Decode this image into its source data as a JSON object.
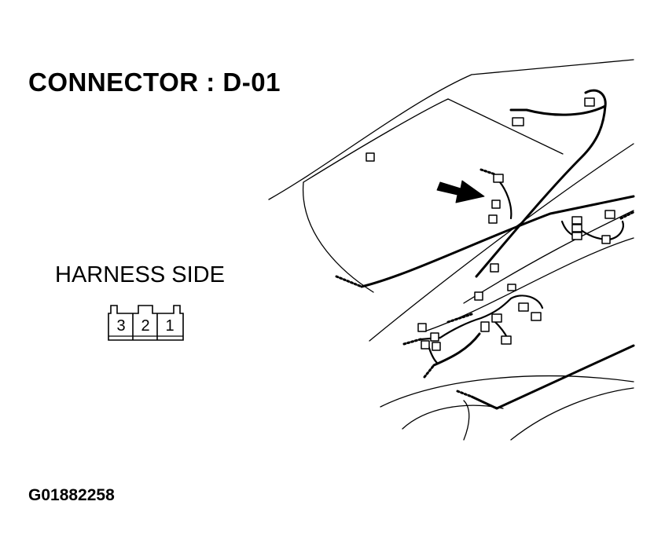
{
  "title": "CONNECTOR : D-01",
  "harness_side_label": "HARNESS SIDE",
  "connector_pins": [
    "3",
    "2",
    "1"
  ],
  "figure_id": "G01882258"
}
